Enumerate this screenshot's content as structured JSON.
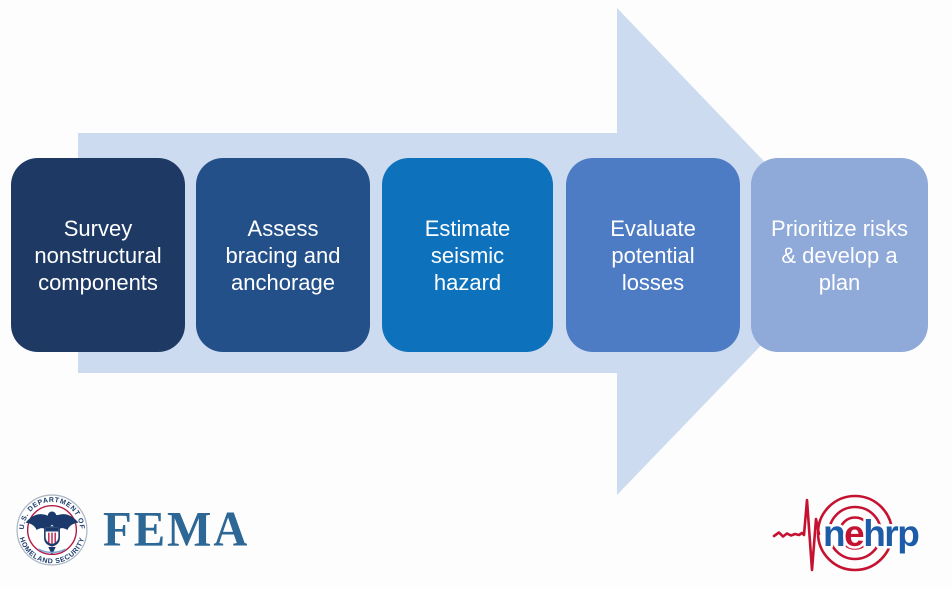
{
  "slide": {
    "background": "#FDFDFD",
    "title_hint": "Nonstructural seismic risk process flow"
  },
  "diagram": {
    "arrow": {
      "color": "#CCDBF0",
      "shape": "right-arrow"
    },
    "text_color": "#FFFFFF",
    "steps": [
      {
        "label": "Survey nonstructural components",
        "lines": [
          "Survey",
          "nonstructural",
          "components"
        ],
        "color": "#1E3A64"
      },
      {
        "label": "Assess bracing and anchorage",
        "lines": [
          "Assess",
          "bracing and",
          "anchorage"
        ],
        "color": "#24508A"
      },
      {
        "label": "Estimate seismic hazard",
        "lines": [
          "Estimate",
          "seismic",
          "hazard"
        ],
        "color": "#0E71BC"
      },
      {
        "label": "Evaluate potential losses",
        "lines": [
          "Evaluate",
          "potential",
          "losses"
        ],
        "color": "#4E7CC4"
      },
      {
        "label": "Prioritize risks & develop a plan",
        "lines": [
          "Prioritize risks",
          "& develop a",
          "plan"
        ],
        "color": "#8FA9D9"
      }
    ]
  },
  "footer": {
    "fema": {
      "wordmark": "FEMA",
      "wordmark_color": "#2D6795",
      "seal_top_text": "U.S. DEPARTMENT OF",
      "seal_bottom_text": "HOMELAND SECURITY",
      "seal_navy": "#1B3A6B",
      "seal_red": "#B31942",
      "seal_light_blue": "#7FA8D9"
    },
    "nehrp": {
      "letter_n": "n",
      "letter_e": "e",
      "letters_hrp": "hrp",
      "blue": "#1D5CA8",
      "red": "#C41230"
    }
  }
}
